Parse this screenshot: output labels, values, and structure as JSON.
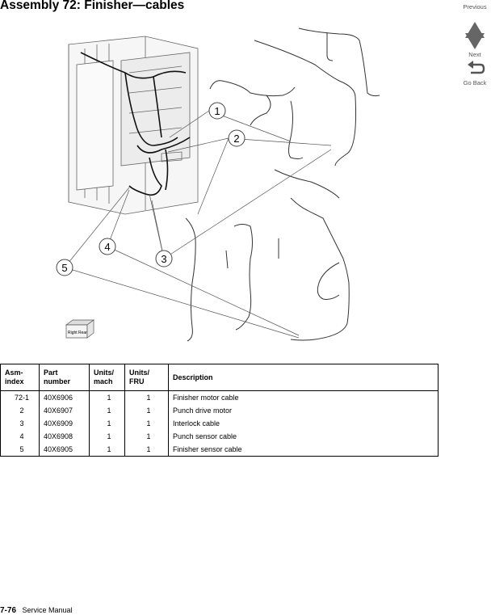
{
  "page": {
    "title": "Assembly 72:  Finisher—cables"
  },
  "nav": {
    "previous": "Previous",
    "next": "Next",
    "go_back": "Go Back"
  },
  "figure": {
    "callouts": [
      "1",
      "2",
      "3",
      "4",
      "5"
    ],
    "orientation_label": {
      "right": "Right",
      "rear": "Rear"
    }
  },
  "table": {
    "headers": [
      "Asm-\nindex",
      "Part\nnumber",
      "Units/\nmach",
      "Units/\nFRU",
      "Description"
    ],
    "rows": [
      [
        "72-1",
        "40X6906",
        "1",
        "1",
        "Finisher motor cable"
      ],
      [
        "2",
        "40X6907",
        "1",
        "1",
        "Punch drive motor"
      ],
      [
        "3",
        "40X6909",
        "1",
        "1",
        "Interlock cable"
      ],
      [
        "4",
        "40X6908",
        "1",
        "1",
        "Punch sensor cable"
      ],
      [
        "5",
        "40X6905",
        "1",
        "1",
        "Finisher sensor cable"
      ]
    ]
  },
  "footer": {
    "page_number": "7-76",
    "manual": "Service Manual"
  }
}
